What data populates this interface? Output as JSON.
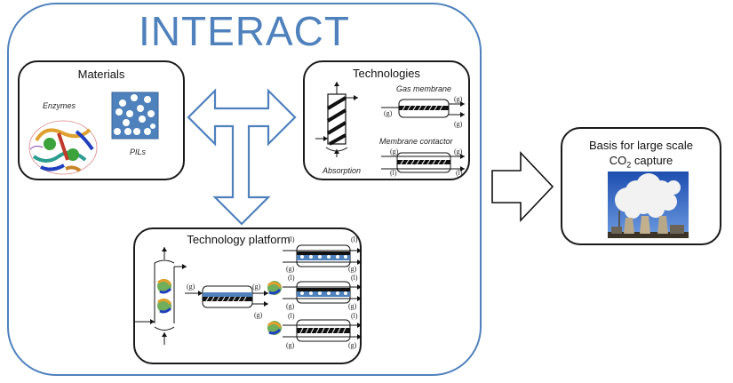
{
  "title": "INTERACT",
  "colors": {
    "accent": "#4f81bd",
    "pil_blue": "#4f81bd",
    "outline": "#1a1a1a"
  },
  "materials": {
    "title": "Materials",
    "enzymes_label": "Enzymes",
    "pils_label": "PILs"
  },
  "technologies": {
    "title": "Technologies",
    "absorption_label": "Absorption",
    "gas_membrane_label": "Gas membrane",
    "membrane_contactor_label": "Membrane contactor",
    "gas": "(g)",
    "liquid": "(l)"
  },
  "platform": {
    "title": "Technology platform",
    "gas": "(g)",
    "liquid": "(l)"
  },
  "outcome": {
    "line1": "Basis for large scale",
    "line2_prefix": "CO",
    "line2_sub": "2",
    "line2_suffix": " capture"
  },
  "arrows": [
    {
      "name": "materials-technologies-arrow",
      "type": "double-headed",
      "from": "Materials",
      "to": "Technologies"
    },
    {
      "name": "to-platform-arrow",
      "type": "down",
      "to": "Technology platform"
    },
    {
      "name": "to-outcome-arrow",
      "type": "right",
      "to": "Basis for large scale CO2 capture"
    }
  ]
}
